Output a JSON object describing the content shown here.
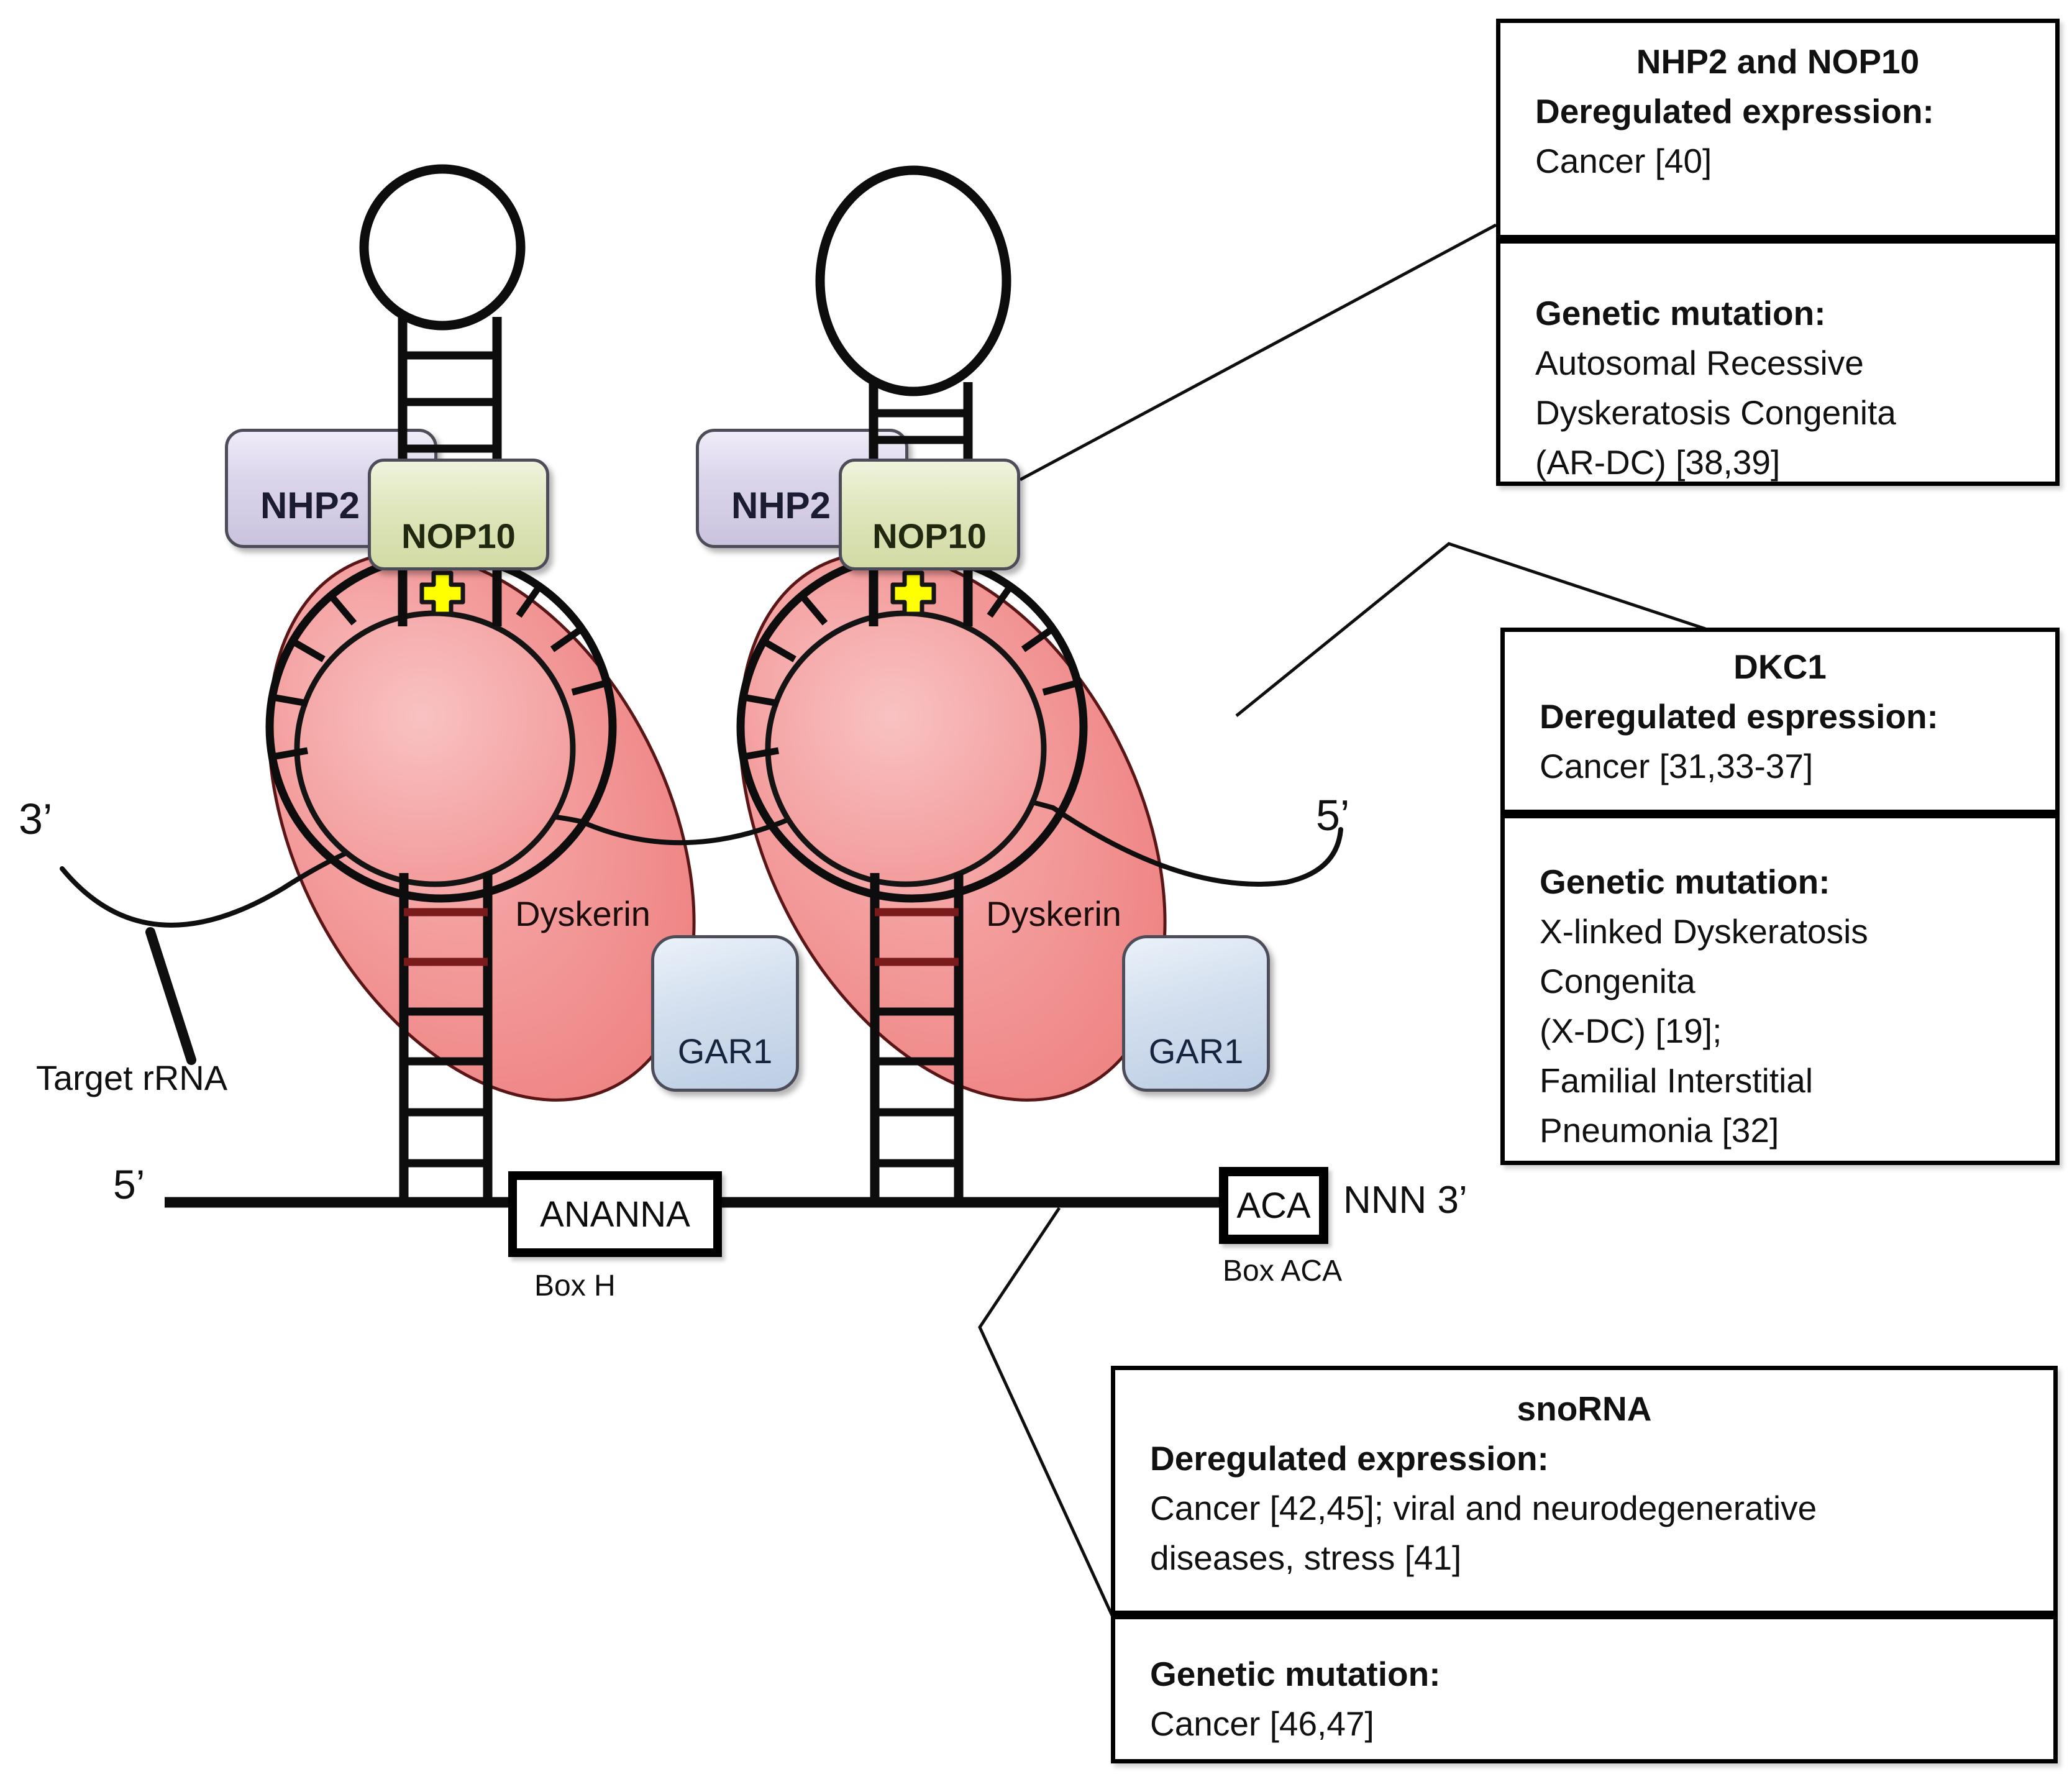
{
  "proteins": {
    "nhp2": "NHP2",
    "nop10": "NOP10",
    "dyskerin": "Dyskerin",
    "gar1": "GAR1"
  },
  "rna": {
    "box_h_sequence": "ANANNA",
    "box_h_label": "Box H",
    "box_aca_sequence": "ACA",
    "box_aca_label": "Box ACA",
    "nnn_label": "NNN 3’",
    "five_prime_left": "5’",
    "five_prime_right": "5’",
    "three_prime": "3’",
    "target_rrna_label": "Target rRNA"
  },
  "annotation_boxes": {
    "nhp2_nop10": {
      "title": "NHP2 and NOP10",
      "deregulated_label": "Deregulated expression:",
      "deregulated_lines": [
        "Cancer [40]"
      ],
      "mutation_label": "Genetic mutation:",
      "mutation_lines": [
        "Autosomal  Recessive",
        "Dyskeratosis  Congenita",
        "(AR-DC) [38,39]"
      ]
    },
    "dkc1": {
      "title": "DKC1",
      "deregulated_label": "Deregulated espression:",
      "deregulated_lines": [
        "Cancer [31,33-37]"
      ],
      "mutation_label": "Genetic mutation:",
      "mutation_lines": [
        "X-linked Dyskeratosis",
        "Congenita",
        "(X-DC) [19];",
        "Familial Interstitial",
        "Pneumonia [32]"
      ]
    },
    "snorna": {
      "title": "snoRNA",
      "deregulated_label": "Deregulated expression:",
      "deregulated_lines": [
        "Cancer [42,45]; viral and neurodegenerative",
        "diseases, stress [41]"
      ],
      "mutation_label": "Genetic mutation:",
      "mutation_lines": [
        "Cancer [46,47]"
      ]
    }
  },
  "colors": {
    "dyskerin_pink": "#f18989",
    "nhp2_lavender": "#d7d1e8",
    "nop10_green": "#dce3b8",
    "gar1_blue": "#c9d8ec",
    "pseudouridine_yellow": "#ffff00",
    "outline_black": "#0f0f0f"
  }
}
